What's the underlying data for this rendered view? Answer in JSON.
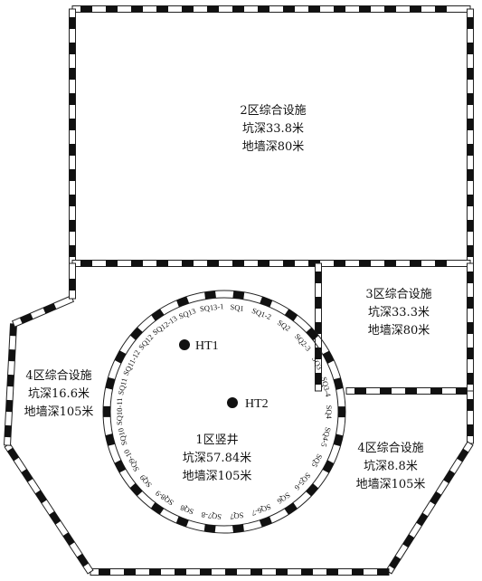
{
  "zones": [
    {
      "id": "zone2",
      "name": "2区综合设施",
      "pit_depth": "坑深33.8米",
      "wall_depth": "地墙深80米"
    },
    {
      "id": "zone3",
      "name": "3区综合设施",
      "pit_depth": "坑深33.3米",
      "wall_depth": "地墙深80米"
    },
    {
      "id": "zone4-left",
      "name": "4区综合设施",
      "pit_depth": "坑深16.6米",
      "wall_depth": "地墙深105米"
    },
    {
      "id": "zone4-right",
      "name": "4区综合设施",
      "pit_depth": "坑深8.8米",
      "wall_depth": "地墙深105米"
    },
    {
      "id": "zone1",
      "name": "1区竖井",
      "pit_depth": "坑深57.84米",
      "wall_depth": "地墙深105米"
    }
  ],
  "wells": [
    "HT1",
    "HT2"
  ],
  "segments": [
    "SQ1",
    "SQ1-2",
    "SQ2",
    "SQ2-3",
    "SQ3",
    "SQ3-4",
    "SQ4",
    "SQ4-5",
    "SQ5",
    "SQ5-6",
    "SQ6",
    "SQ6-7",
    "SQ7",
    "SQ7-8",
    "SQ8",
    "SQ8-9",
    "SQ9",
    "SQ9-10",
    "SQ10",
    "SQ10-11",
    "SQ11",
    "SQ11-12",
    "SQ12",
    "SQ12-13",
    "SQ13",
    "SQ13-1"
  ]
}
